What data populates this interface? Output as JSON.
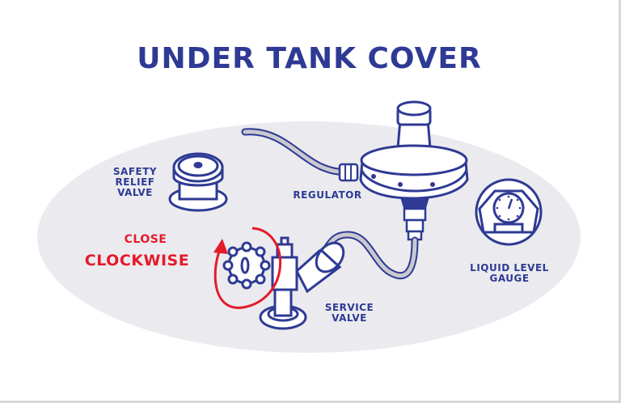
{
  "title": "UNDER TANK COVER",
  "colors": {
    "primary": "#2e3a94",
    "accent": "#e31b2b",
    "ellipse": "#ebebef",
    "hose": "#c9c9cf"
  },
  "labels": {
    "safety_relief_valve": [
      "SAFETY",
      "RELIEF",
      "VALVE"
    ],
    "regulator": "REGULATOR",
    "close": "CLOSE",
    "clockwise": "CLOCKWISE",
    "service_valve": [
      "SERVICE",
      "VALVE"
    ],
    "liquid_level_gauge": [
      "LIQUID LEVEL",
      "GAUGE"
    ]
  }
}
